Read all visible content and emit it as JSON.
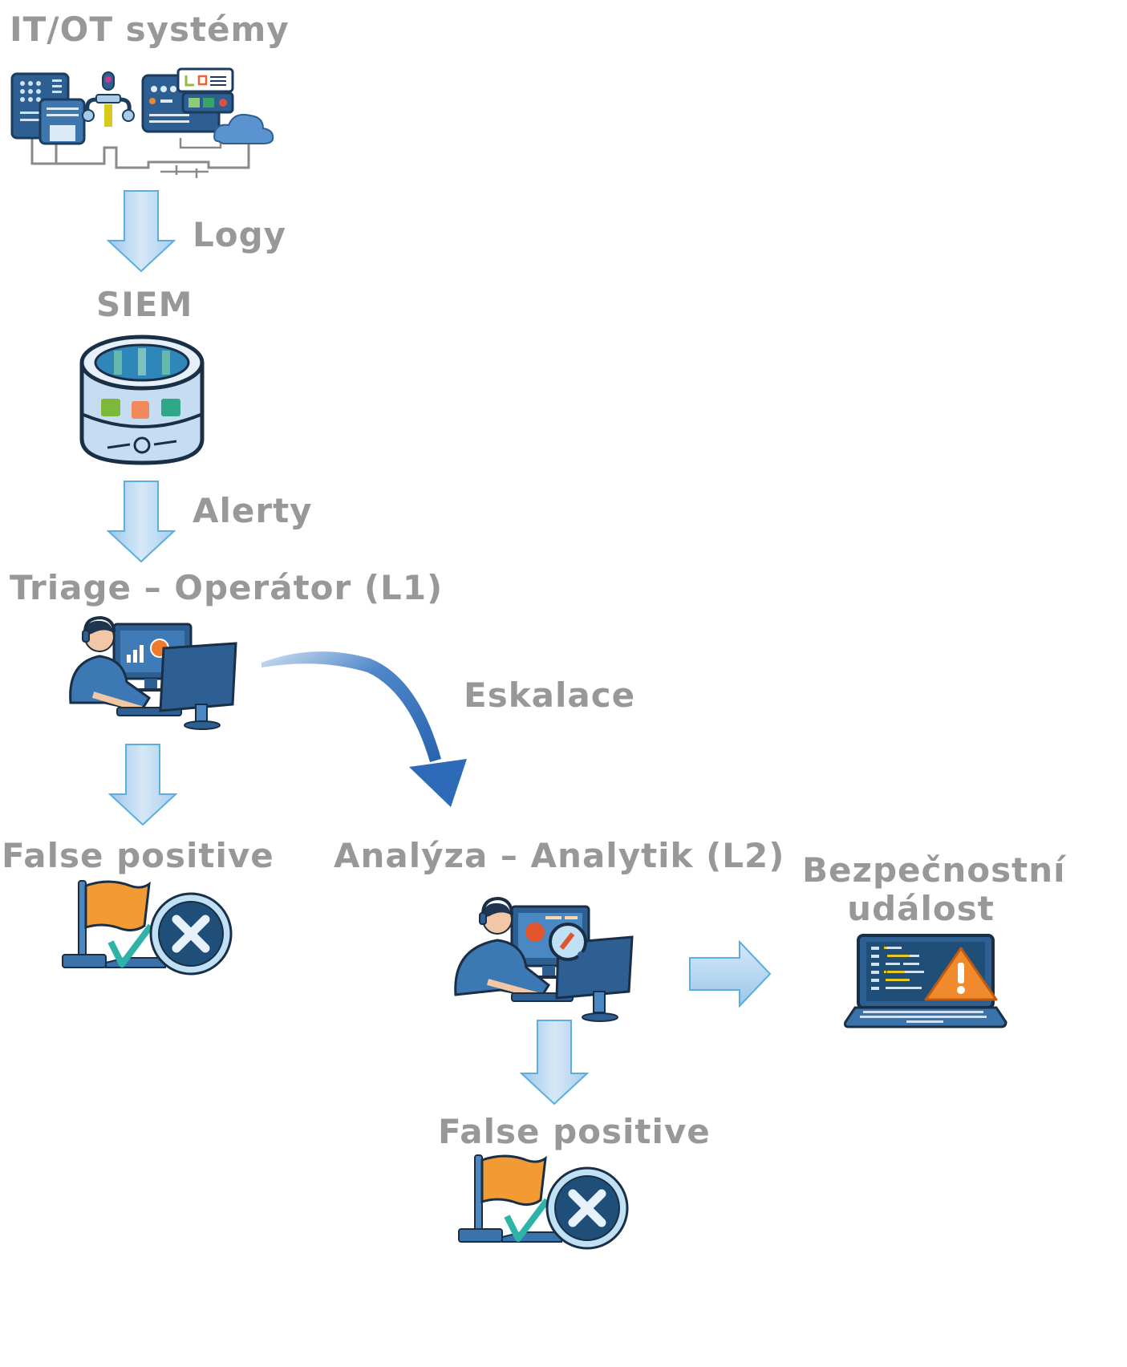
{
  "diagram": {
    "nodes": [
      {
        "id": "itot",
        "title": "IT/OT systémy",
        "icon": "it-ot-systems-icon"
      },
      {
        "id": "siem",
        "title": "SIEM",
        "icon": "database-icon"
      },
      {
        "id": "triage",
        "title": "Triage – Operátor (L1)",
        "icon": "operator-workstation-icon"
      },
      {
        "id": "fp1",
        "title": "False positive",
        "icon": "flag-dismiss-icon"
      },
      {
        "id": "analysis",
        "title": "Analýza – Analytik (L2)",
        "icon": "analyst-workstation-icon"
      },
      {
        "id": "incident",
        "title_line1": "Bezpečnostní",
        "title_line2": "událost",
        "icon": "laptop-warning-icon"
      },
      {
        "id": "fp2",
        "title": "False positive",
        "icon": "flag-dismiss-icon"
      }
    ],
    "edges": [
      {
        "from": "itot",
        "to": "siem",
        "label": "Logy"
      },
      {
        "from": "siem",
        "to": "triage",
        "label": "Alerty"
      },
      {
        "from": "triage",
        "to": "fp1",
        "label": ""
      },
      {
        "from": "triage",
        "to": "analysis",
        "label": "Eskalace"
      },
      {
        "from": "analysis",
        "to": "incident",
        "label": ""
      },
      {
        "from": "analysis",
        "to": "fp2",
        "label": ""
      }
    ],
    "colors": {
      "text": "#989898",
      "arrow_fill": "#bcd8f0",
      "arrow_stroke": "#4aa3dc",
      "escalation_arrow": "#2e6cb8",
      "icon_dark": "#1f4e79",
      "icon_mid": "#3a78b5",
      "accent_orange": "#f08a2c",
      "accent_teal": "#2fb3a8"
    }
  }
}
